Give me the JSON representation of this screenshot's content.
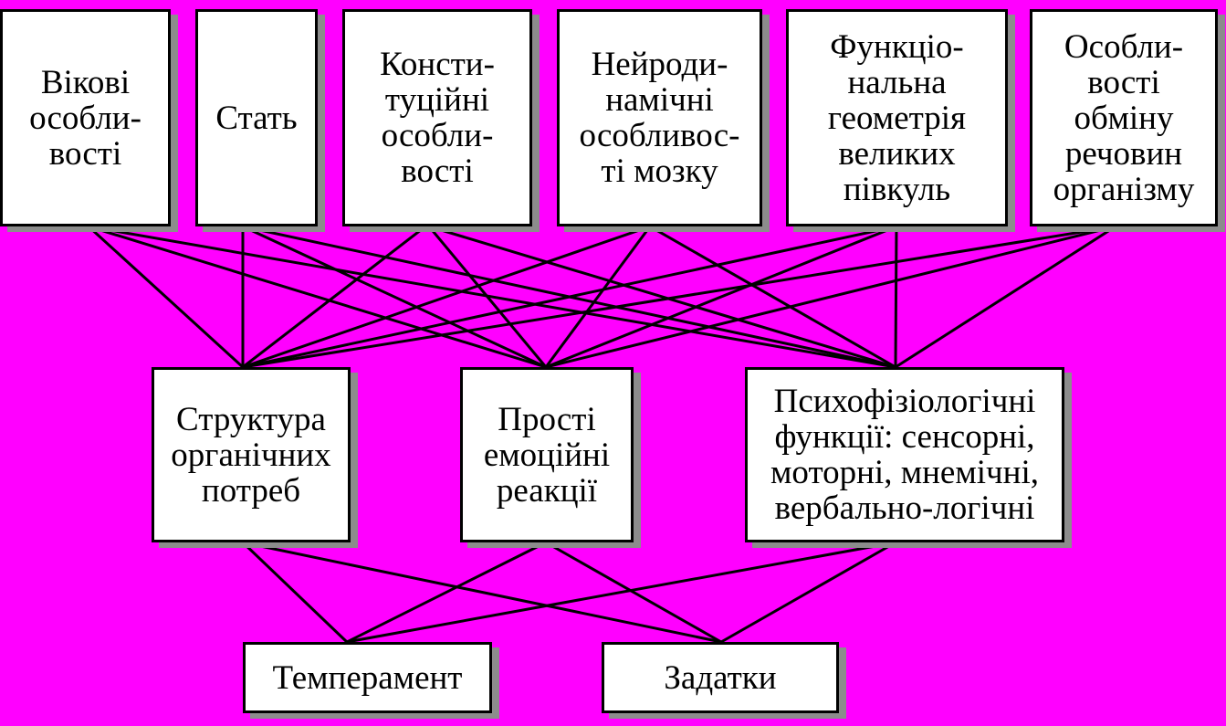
{
  "diagram": {
    "colors": {
      "background": "#ff00ff",
      "box_fill": "#ffffff",
      "box_border": "#000000",
      "shadow": "#8c8c8c",
      "line": "#000000"
    },
    "top_boxes": [
      {
        "id": "age",
        "label": "Вікові\nособли-\nвості"
      },
      {
        "id": "sex",
        "label": "Стать"
      },
      {
        "id": "constitution",
        "label": "Консти-\nтуційні\nособли-\nвості"
      },
      {
        "id": "neurodynamic",
        "label": "Нейроди-\nнамічні\nособливос-\nті мозку"
      },
      {
        "id": "hemispheres",
        "label": "Функціо-\nнальна\nгеометрія\nвеликих\nпівкуль"
      },
      {
        "id": "metabolism",
        "label": "Особли-\nвості\nобміну\nречовин\nорганізму"
      }
    ],
    "middle_boxes": [
      {
        "id": "needs",
        "label": "Структура\nорганічних\nпотреб"
      },
      {
        "id": "emotions",
        "label": "Прості\nемоційні\nреакції"
      },
      {
        "id": "psychophys",
        "label": "Психофізіологічні\nфункції: сенсорні,\nмоторні, мнемічні,\nвербально-логічні"
      }
    ],
    "bottom_boxes": [
      {
        "id": "temperament",
        "label": "Темперамент"
      },
      {
        "id": "inclinations",
        "label": "Задатки"
      }
    ]
  }
}
